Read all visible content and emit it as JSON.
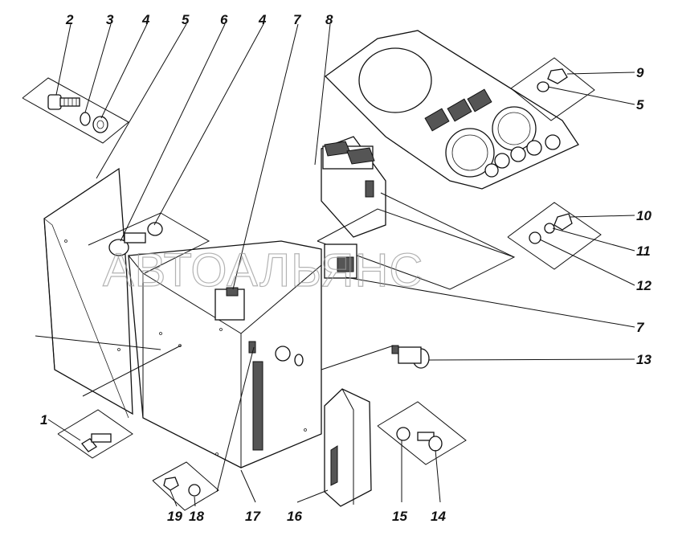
{
  "watermark": "АВТОАЛЬЯНС",
  "callouts": [
    {
      "id": "c2",
      "text": "2"
    },
    {
      "id": "c3",
      "text": "3"
    },
    {
      "id": "c4a",
      "text": "4"
    },
    {
      "id": "c5a",
      "text": "5"
    },
    {
      "id": "c6",
      "text": "6"
    },
    {
      "id": "c4b",
      "text": "4"
    },
    {
      "id": "c7a",
      "text": "7"
    },
    {
      "id": "c8",
      "text": "8"
    },
    {
      "id": "c9",
      "text": "9"
    },
    {
      "id": "c5b",
      "text": "5"
    },
    {
      "id": "c10",
      "text": "10"
    },
    {
      "id": "c11",
      "text": "11"
    },
    {
      "id": "c12",
      "text": "12"
    },
    {
      "id": "c7b",
      "text": "7"
    },
    {
      "id": "c13",
      "text": "13"
    },
    {
      "id": "c1",
      "text": "1"
    },
    {
      "id": "c19",
      "text": "19"
    },
    {
      "id": "c18",
      "text": "18"
    },
    {
      "id": "c17",
      "text": "17"
    },
    {
      "id": "c16",
      "text": "16"
    },
    {
      "id": "c15",
      "text": "15"
    },
    {
      "id": "c14",
      "text": "14"
    }
  ]
}
